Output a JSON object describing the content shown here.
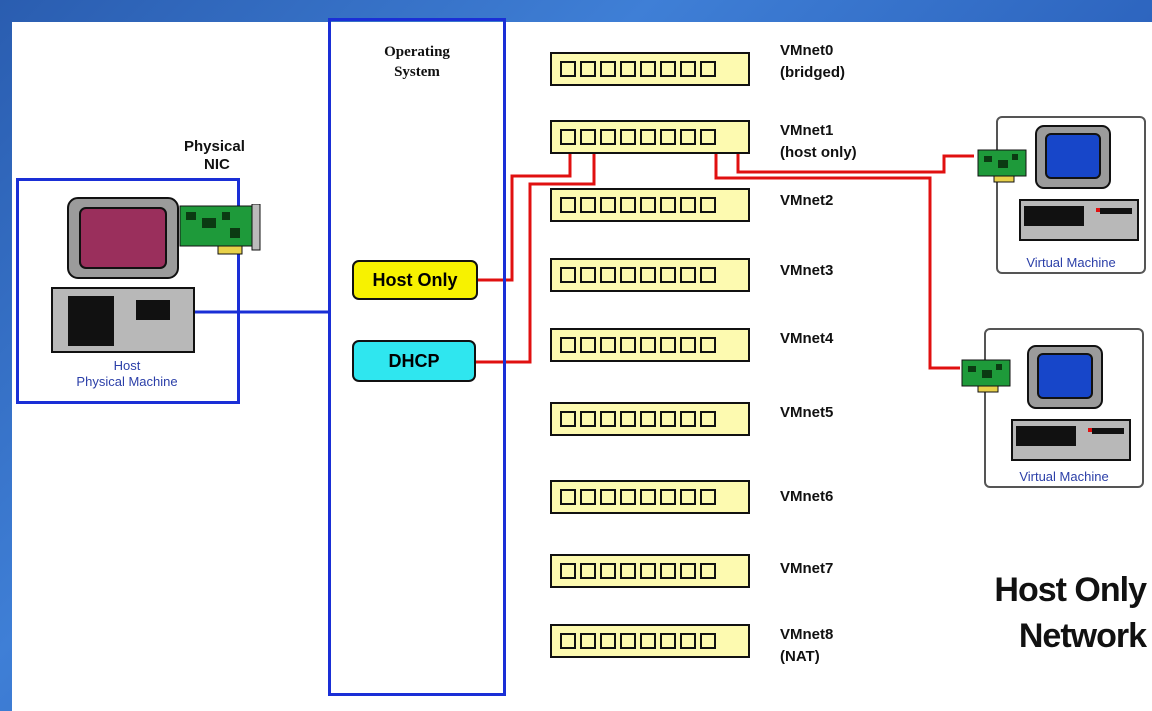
{
  "diagram": {
    "title_line1": "Host Only",
    "title_line2": "Network",
    "os_label_line1": "Operating",
    "os_label_line2": "System",
    "physical_nic_line1": "Physical",
    "physical_nic_line2": "NIC",
    "host_line1": "Host",
    "host_line2": "Physical Machine",
    "host_only_switch": "Host Only",
    "dhcp_label": "DHCP",
    "vm1_label": "Virtual Machine",
    "vm2_label": "Virtual Machine",
    "vmnets": [
      {
        "name": "VMnet0",
        "sub": "(bridged)"
      },
      {
        "name": "VMnet1",
        "sub": "(host only)"
      },
      {
        "name": "VMnet2",
        "sub": ""
      },
      {
        "name": "VMnet3",
        "sub": ""
      },
      {
        "name": "VMnet4",
        "sub": ""
      },
      {
        "name": "VMnet5",
        "sub": ""
      },
      {
        "name": "VMnet6",
        "sub": ""
      },
      {
        "name": "VMnet7",
        "sub": ""
      },
      {
        "name": "VMnet8",
        "sub": "(NAT)"
      }
    ],
    "colors": {
      "host_box": "#1a2fd6",
      "os_box": "#1a2fd6",
      "link": "#e01010",
      "switch_fill": "#fdfab0",
      "host_only_fill": "#f7f200",
      "dhcp_fill": "#2fe6ef",
      "monitor_screen_host": "#9a2f5c",
      "monitor_screen_vm": "#1746c9",
      "nic_board": "#1e9a3a"
    }
  }
}
